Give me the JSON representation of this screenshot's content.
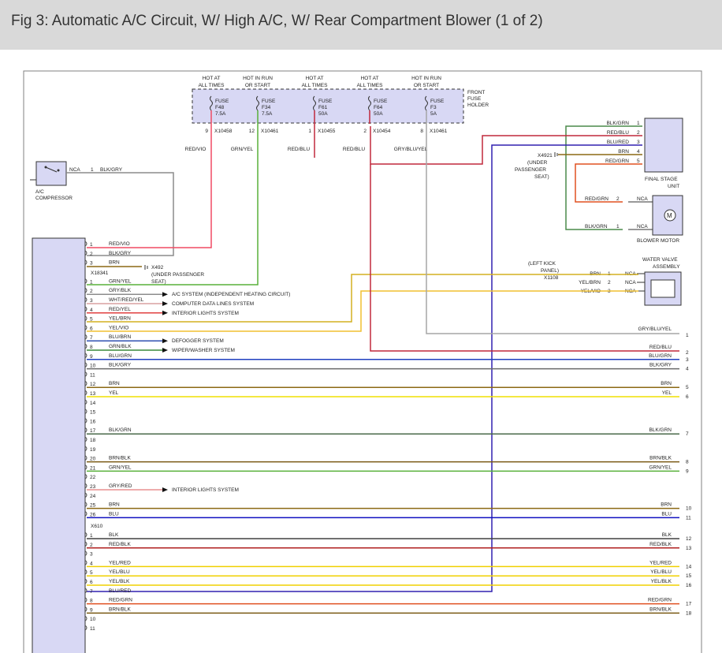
{
  "title": "Fig 3: Automatic A/C Circuit, W/ High A/C, W/ Rear Compartment Blower (1 of 2)",
  "fuse_holder": {
    "label": [
      "FRONT",
      "FUSE",
      "HOLDER"
    ],
    "fuses": [
      {
        "hot": [
          "HOT AT",
          "ALL TIMES"
        ],
        "name": [
          "FUSE",
          "F48",
          "7.5A"
        ],
        "pin": "9",
        "conn": "X10458",
        "wire": "RED/VIO",
        "color": "#f04a64"
      },
      {
        "hot": [
          "HOT IN RUN",
          "OR START"
        ],
        "name": [
          "FUSE",
          "F34",
          "7.5A"
        ],
        "pin": "12",
        "conn": "X10461",
        "wire": "GRN/YEL",
        "color": "#58b03a"
      },
      {
        "hot": [
          "HOT AT",
          "ALL TIMES"
        ],
        "name": [
          "FUSE",
          "F61",
          "50A"
        ],
        "pin": "1",
        "conn": "X10455",
        "wire": "RED/BLU",
        "color": "#c0283c"
      },
      {
        "hot": [
          "HOT AT",
          "ALL TIMES"
        ],
        "name": [
          "FUSE",
          "F64",
          "50A"
        ],
        "pin": "2",
        "conn": "X10454",
        "wire": "RED/BLU",
        "color": "#c0283c"
      },
      {
        "hot": [
          "HOT IN RUN",
          "OR START"
        ],
        "name": [
          "FUSE",
          "F3",
          "5A"
        ],
        "pin": "8",
        "conn": "X10461",
        "wire": "GRY/BLU/YEL",
        "color": "#a6a6a6"
      }
    ]
  },
  "components": {
    "ac_compressor": {
      "label": [
        "A/C",
        "COMPRESSOR"
      ],
      "nca": "NCA",
      "pin": "1",
      "wire": "BLK/GRY"
    },
    "final_stage_unit": {
      "label": [
        "FINAL STAGE",
        "UNIT"
      ]
    },
    "blower_motor": {
      "label": "BLOWER MOTOR",
      "pin_red": "2",
      "pin_blk": "1",
      "wire_red": "RED/GRN",
      "wire_blk": "BLK/GRN",
      "nca": "NCA",
      "symbol": "M"
    },
    "water_valve": {
      "label": [
        "WATER VALVE",
        "ASSEMBLY"
      ]
    },
    "left_kick": {
      "label": [
        "(LEFT KICK",
        "PANEL)"
      ],
      "conn": "X1108"
    },
    "ground_x4921_top": {
      "label": [
        "X4921",
        "(UNDER",
        "PASSENGER",
        "SEAT)"
      ]
    },
    "ground_x492_left": {
      "label": [
        "X492",
        "(UNDER PASSENGER",
        "SEAT)"
      ]
    }
  },
  "final_stage_pins": [
    {
      "wire": "BLK/GRN",
      "pin": "1"
    },
    {
      "wire": "RED/BLU",
      "pin": "2"
    },
    {
      "wire": "BLU/RED",
      "pin": "3"
    },
    {
      "wire": "BRN",
      "pin": "4"
    },
    {
      "wire": "RED/GRN",
      "pin": "5"
    }
  ],
  "water_valve_pins": [
    {
      "wire": "BRN",
      "pin": "1",
      "nca": "NCA"
    },
    {
      "wire": "YEL/BRN",
      "pin": "2",
      "nca": "NCA"
    },
    {
      "wire": "YEL/VIO",
      "pin": "3",
      "nca": "NCA"
    }
  ],
  "connectors": {
    "a": "X18341",
    "b": "X610"
  },
  "left_pins_a": [
    {
      "pin": "1",
      "wire": "RED/VIO",
      "color": "#f04a64"
    },
    {
      "pin": "2",
      "wire": "BLK/GRY",
      "color": "#8c8c8c"
    },
    {
      "pin": "3",
      "wire": "BRN",
      "color": "#8b6914"
    },
    {
      "pin": "1",
      "wire": "GRN/YEL",
      "color": "#58b03a"
    },
    {
      "pin": "2",
      "wire": "GRY/BLK",
      "color": "#8c8c8c",
      "dest": "A/C SYSTEM (INDEPENDENT HEATING CIRCUIT)"
    },
    {
      "pin": "3",
      "wire": "WHT/RED/YEL",
      "color": "#d9a0a0",
      "dest": "COMPUTER DATA LINES SYSTEM"
    },
    {
      "pin": "4",
      "wire": "RED/YEL",
      "color": "#e04040",
      "dest": "INTERIOR LIGHTS SYSTEM"
    },
    {
      "pin": "5",
      "wire": "YEL/BRN",
      "color": "#d4b020"
    },
    {
      "pin": "6",
      "wire": "YEL/VIO",
      "color": "#f0c030"
    },
    {
      "pin": "7",
      "wire": "BLU/BRN",
      "color": "#3050b0",
      "dest": "DEFOGGER SYSTEM"
    },
    {
      "pin": "8",
      "wire": "GRN/BLK",
      "color": "#3a8a3a",
      "dest": "WIPER/WASHER SYSTEM"
    },
    {
      "pin": "9",
      "wire": "BLU/GRN",
      "color": "#2040c0",
      "right": "BLU/GRN",
      "num": "3"
    },
    {
      "pin": "10",
      "wire": "BLK/GRY",
      "color": "#6a6a6a",
      "right": "BLK/GRY",
      "num": "4"
    },
    {
      "pin": "11",
      "wire": ""
    },
    {
      "pin": "12",
      "wire": "BRN",
      "color": "#8b6914",
      "right": "BRN",
      "num": "5"
    },
    {
      "pin": "13",
      "wire": "YEL",
      "color": "#f0e000",
      "right": "YEL",
      "num": "6"
    },
    {
      "pin": "14",
      "wire": ""
    },
    {
      "pin": "15",
      "wire": ""
    },
    {
      "pin": "16",
      "wire": ""
    },
    {
      "pin": "17",
      "wire": "BLK/GRN",
      "color": "#4a6a4a",
      "right": "BLK/GRN",
      "num": "7"
    },
    {
      "pin": "18",
      "wire": ""
    },
    {
      "pin": "19",
      "wire": ""
    },
    {
      "pin": "20",
      "wire": "BRN/BLK",
      "color": "#7a5a14",
      "right": "BRN/BLK",
      "num": "8"
    },
    {
      "pin": "21",
      "wire": "GRN/YEL",
      "color": "#58b03a",
      "right": "GRN/YEL",
      "num": "9"
    },
    {
      "pin": "22",
      "wire": ""
    },
    {
      "pin": "23",
      "wire": "GRY/RED",
      "color": "#e89090",
      "dest": "INTERIOR LIGHTS SYSTEM"
    },
    {
      "pin": "24",
      "wire": ""
    },
    {
      "pin": "25",
      "wire": "BRN",
      "color": "#8b6914",
      "right": "BRN",
      "num": "10"
    },
    {
      "pin": "26",
      "wire": "BLU",
      "color": "#1010c0",
      "right": "BLU",
      "num": "11"
    }
  ],
  "left_pins_b": [
    {
      "pin": "1",
      "wire": "BLK",
      "color": "#404040",
      "right": "BLK",
      "num": "12"
    },
    {
      "pin": "2",
      "wire": "RED/BLK",
      "color": "#b02020",
      "right": "RED/BLK",
      "num": "13"
    },
    {
      "pin": "3",
      "wire": ""
    },
    {
      "pin": "4",
      "wire": "YEL/RED",
      "color": "#f0d000",
      "right": "YEL/RED",
      "num": "14"
    },
    {
      "pin": "5",
      "wire": "YEL/BLU",
      "color": "#f0d000",
      "right": "YEL/BLU",
      "num": "15"
    },
    {
      "pin": "6",
      "wire": "YEL/BLK",
      "color": "#f0d000",
      "right": "YEL/BLK",
      "num": "16"
    },
    {
      "pin": "7",
      "wire": "BLU/RED",
      "color": "#3020b0"
    },
    {
      "pin": "8",
      "wire": "RED/GRN",
      "color": "#e05020",
      "right": "RED/GRN",
      "num": "17"
    },
    {
      "pin": "9",
      "wire": "BRN/BLK",
      "color": "#7a5a14",
      "right": "BRN/BLK",
      "num": "18"
    },
    {
      "pin": "10",
      "wire": ""
    },
    {
      "pin": "11",
      "wire": ""
    }
  ],
  "right_extra": [
    {
      "wire": "GRY/BLU/YEL",
      "num": "1"
    },
    {
      "wire": "RED/BLU",
      "num": "2"
    }
  ]
}
